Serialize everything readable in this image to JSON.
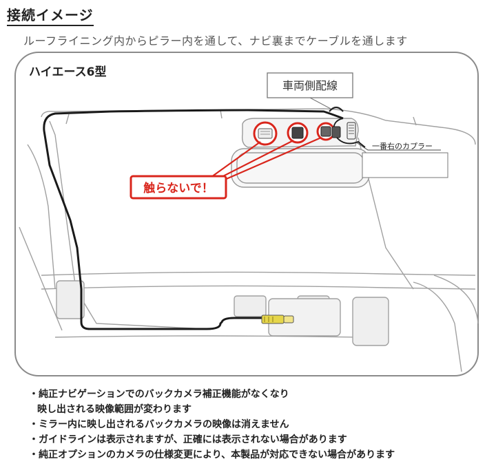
{
  "header": {
    "title": "接続イメージ",
    "subtitle": "ルーフライニング内からピラー内を通して、ナビ裏までケーブルを通します"
  },
  "diagram": {
    "model_label": "ハイエース6型",
    "vehicle_side_wiring_label": "車両側配線",
    "rightmost_coupler_label": "一番右のカプラー",
    "warning_label": "触らないで！",
    "colors": {
      "warning_red": "#d9261c",
      "cable": "#1a1a1a",
      "connector_yellow": "#e6d64a",
      "outline_gray": "#9a9a9a"
    }
  },
  "notes": {
    "items": [
      "・純正ナビゲーションでのバックカメラ補正機能がなくなり",
      "映し出される映像範囲が変わります",
      "・ミラー内に映し出されるバックカメラの映像は消えません",
      "・ガイドラインは表示されますが、正確には表示されない場合があります",
      "・純正オプションのカメラの仕様変更により、本製品が対応できない場合があります"
    ]
  }
}
